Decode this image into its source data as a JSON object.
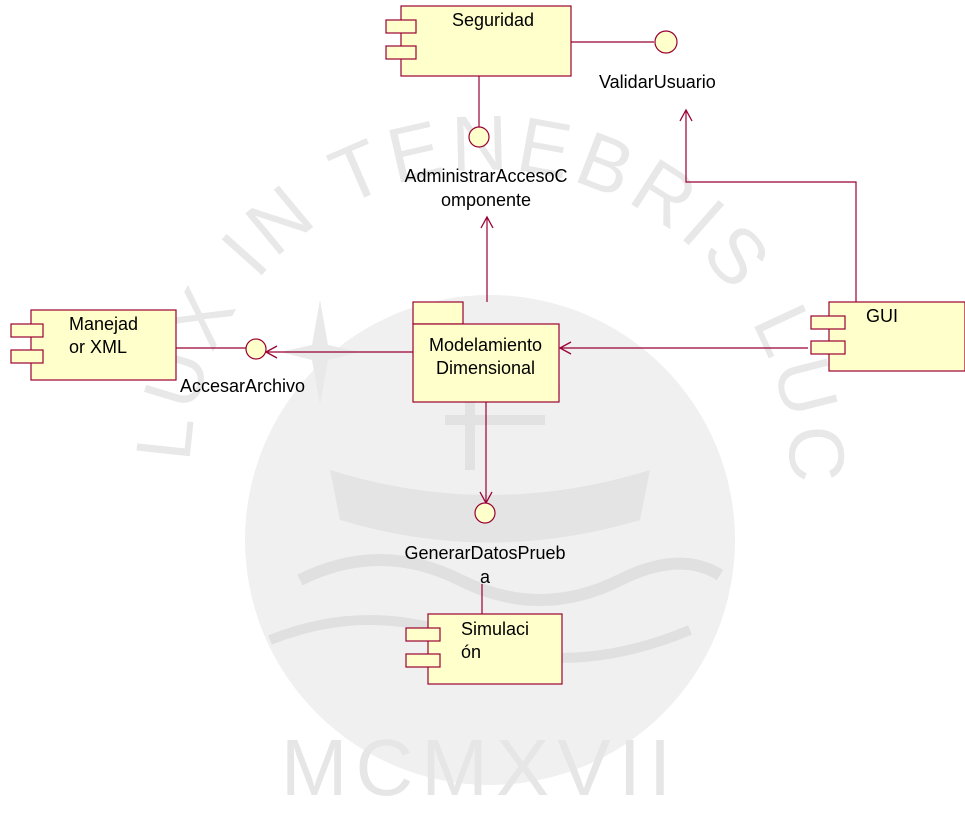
{
  "components": {
    "seguridad": {
      "name": "Seguridad"
    },
    "manejador_xml": {
      "name_line1": "Manejad",
      "name_line2": "or XML"
    },
    "gui": {
      "name": "GUI"
    },
    "simulacion": {
      "name_line1": "Simulaci",
      "name_line2": "ón"
    }
  },
  "package": {
    "name_line1": "Modelamiento",
    "name_line2": "Dimensional"
  },
  "interfaces": {
    "validar_usuario": "ValidarUsuario",
    "administrar_acceso_line1": "AdministrarAccesoC",
    "administrar_acceso_line2": "omponente",
    "accesar_archivo": "AccesarArchivo",
    "generar_datos_line1": "GenerarDatosPrueb",
    "generar_datos_line2": "a"
  },
  "watermark": {
    "text": "ET LUX IN TENEBRIS LUCET",
    "year": "MCMXVII"
  },
  "colors": {
    "fill": "#ffffcc",
    "stroke": "#990033",
    "watermark": "#e6e6e6"
  }
}
